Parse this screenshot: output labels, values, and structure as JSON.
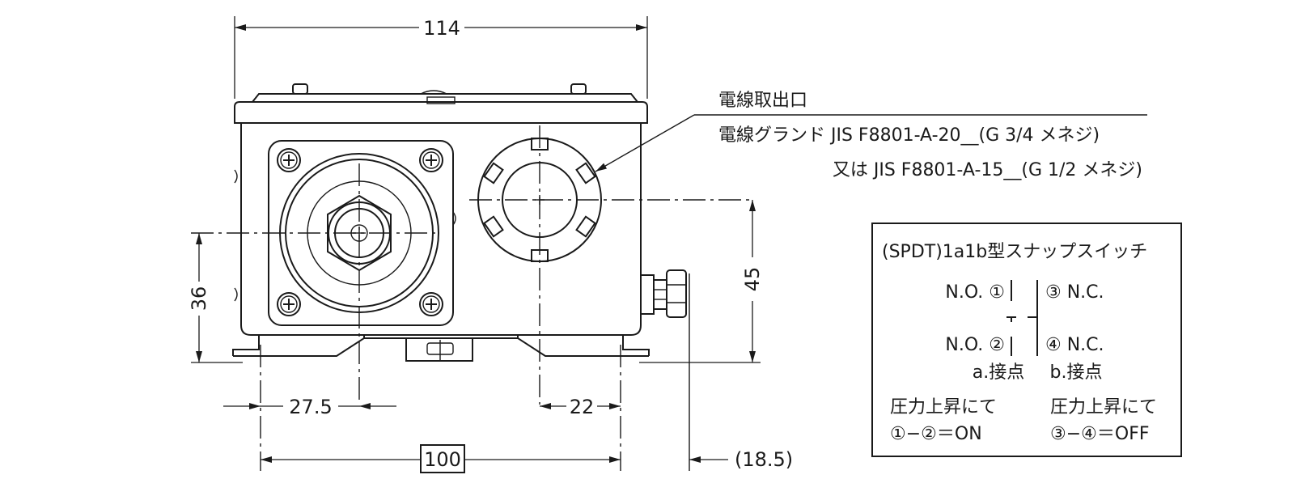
{
  "dimensions": {
    "width_total": "114",
    "height_left": "36",
    "height_right": "45",
    "offset_left": "27.5",
    "offset_right": "22",
    "base_span": "100",
    "ref_extra": "(18.5)"
  },
  "callout": {
    "title": "電線取出口",
    "line1": "電線グランド JIS F8801-A-20__(G 3/4 メネジ)",
    "line2": "又は JIS F8801-A-15__(G 1/2 メネジ)"
  },
  "switch_box": {
    "title": "(SPDT)1a1b型スナップスイッチ",
    "no1": "N.O. ①",
    "no2": "N.O. ②",
    "nc3": "③ N.C.",
    "nc4": "④ N.C.",
    "a_contact": "a.接点",
    "b_contact": "b.接点",
    "left_note": "圧力上昇にて",
    "left_state": "①−②＝ON",
    "right_note": "圧力上昇にて",
    "right_state": "③−④＝OFF"
  }
}
